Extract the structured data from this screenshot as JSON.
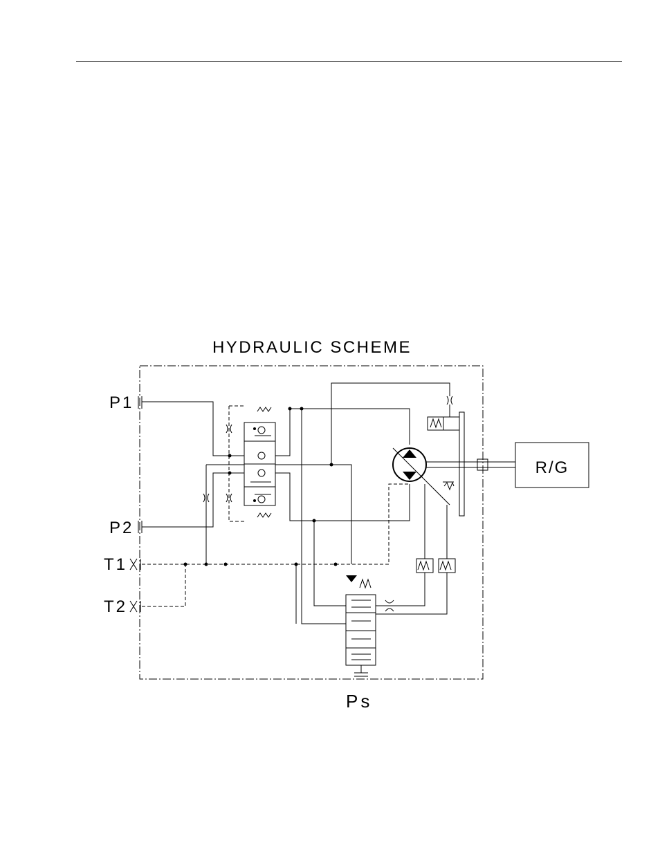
{
  "diagram": {
    "title": "HYDRAULIC SCHEME",
    "ports": {
      "p1": "P1",
      "p2": "P2",
      "t1": "T1",
      "t2": "T2",
      "ps": "Ps"
    },
    "rg_label": "R/G"
  }
}
